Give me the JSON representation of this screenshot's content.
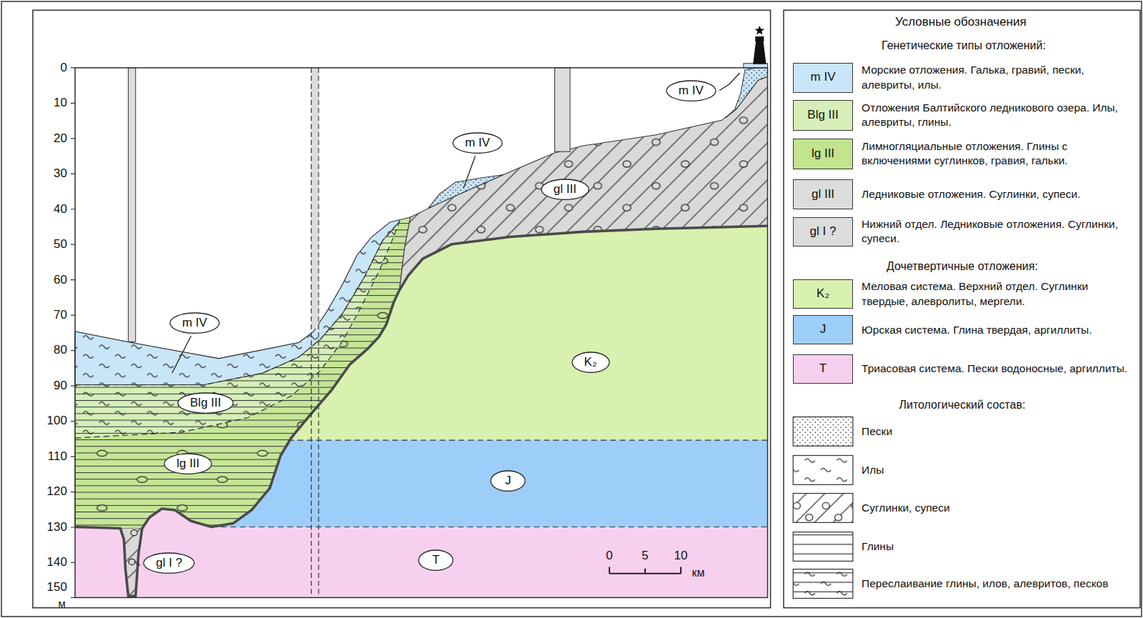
{
  "diagram": {
    "nodes": [
      {
        "text": [
          "m IV"
        ]
      },
      {
        "text": [
          "m IV"
        ]
      },
      {
        "text": [
          "gl III"
        ]
      },
      {
        "text": [
          "m IV"
        ]
      },
      {
        "text": [
          "K₂"
        ]
      },
      {
        "text": [
          "Blg III"
        ]
      },
      {
        "text": [
          "lg III"
        ]
      },
      {
        "text": [
          "J"
        ]
      },
      {
        "text": [
          "T"
        ]
      },
      {
        "text": [
          "gl I ?"
        ]
      }
    ],
    "labels": [
      "0",
      "10",
      "20",
      "30",
      "40",
      "50",
      "60",
      "70",
      "80",
      "90",
      "100",
      "110",
      "120",
      "130",
      "140",
      "150",
      "м",
      "0",
      "5",
      "10",
      "км",
      "Условные обозначения",
      "Генетические типы отложений:",
      "m IV",
      "Blg III",
      "lg III",
      "gl III",
      "gl I ?",
      "Дочетвертичные отложения:",
      "K₂",
      "J",
      "T",
      "Литологический состав:"
    ],
    "legend": [
      {
        "text": "Морские отложения. Галька, гравий, пески, алевриты, илы.",
        "color": "#c9e5f8"
      },
      {
        "text": "Отложения Балтийского ледникового озера. Илы, алевриты, глины.",
        "color": "#d6eeb8"
      },
      {
        "text": "Лимногляциальные отложения. Глины с включениями суглинков, гравия, гальки.",
        "color": "#c2e48e"
      },
      {
        "text": "Ледниковые отложения. Суглинки, супеси.",
        "color": "#dcdcdc"
      },
      {
        "text": "Нижний отдел. Ледниковые отложения. Суглинки, супеси.",
        "color": "#dcdcdc"
      },
      {
        "text": "Меловая система. Верхний отдел. Суглинки твердые, алевролиты, мергели.",
        "color": "#d8f1ae"
      },
      {
        "text": "Юрская система. Глина твердая, аргиллиты.",
        "color": "#9dcefa"
      },
      {
        "text": "Триасовая система. Пески водоносные, аргиллиты.",
        "color": "#f8d0ef"
      },
      {
        "text": "Пески"
      },
      {
        "text": "Илы"
      },
      {
        "text": "Суглинки, супеси"
      },
      {
        "text": "Глины"
      },
      {
        "text": "Переслаивание глины, илов, алевритов, песков"
      }
    ]
  }
}
